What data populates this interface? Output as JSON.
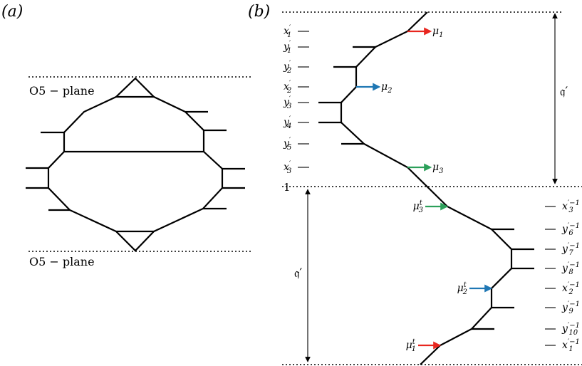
{
  "panel_a": {
    "label": "(a)",
    "top_plane_label": "O5 − plane",
    "bottom_plane_label": "O5 − plane"
  },
  "panel_b": {
    "label": "(b)",
    "unit_label": "1",
    "left_labels": [
      {
        "base": "x",
        "sub": "1",
        "sup": "′"
      },
      {
        "base": "y",
        "sub": "1",
        "sup": "′"
      },
      {
        "base": "y",
        "sub": "2",
        "sup": "′"
      },
      {
        "base": "x",
        "sub": "2",
        "sup": "′"
      },
      {
        "base": "y",
        "sub": "3",
        "sup": "′"
      },
      {
        "base": "y",
        "sub": "4",
        "sup": "′"
      },
      {
        "base": "y",
        "sub": "5",
        "sup": "′"
      },
      {
        "base": "x",
        "sub": "3",
        "sup": "′"
      }
    ],
    "right_labels": [
      {
        "base": "x",
        "sub": "3",
        "sup": "′−1"
      },
      {
        "base": "y",
        "sub": "6",
        "sup": "′−1"
      },
      {
        "base": "y",
        "sub": "7",
        "sup": "′−1"
      },
      {
        "base": "y",
        "sub": "8",
        "sup": "′−1"
      },
      {
        "base": "x",
        "sub": "2",
        "sup": "′−1"
      },
      {
        "base": "y",
        "sub": "9",
        "sup": "′−1"
      },
      {
        "base": "y",
        "sub": "10",
        "sup": "′−1"
      },
      {
        "base": "x",
        "sub": "1",
        "sup": "′−1"
      }
    ],
    "mu_top": [
      {
        "base": "μ",
        "sub": "1",
        "color": "#e8261f"
      },
      {
        "base": "μ",
        "sub": "2",
        "color": "#1f77b4"
      },
      {
        "base": "μ",
        "sub": "3",
        "color": "#2ca05a"
      }
    ],
    "mu_bottom": [
      {
        "base": "μ",
        "sub": "3",
        "sup": "t",
        "color": "#2ca05a"
      },
      {
        "base": "μ",
        "sub": "2",
        "sup": "t",
        "color": "#1f77b4"
      },
      {
        "base": "μ",
        "sub": "1",
        "sup": "t",
        "color": "#e8261f"
      }
    ],
    "q_top": "𝔮′",
    "q_bottom": "𝔮′"
  }
}
